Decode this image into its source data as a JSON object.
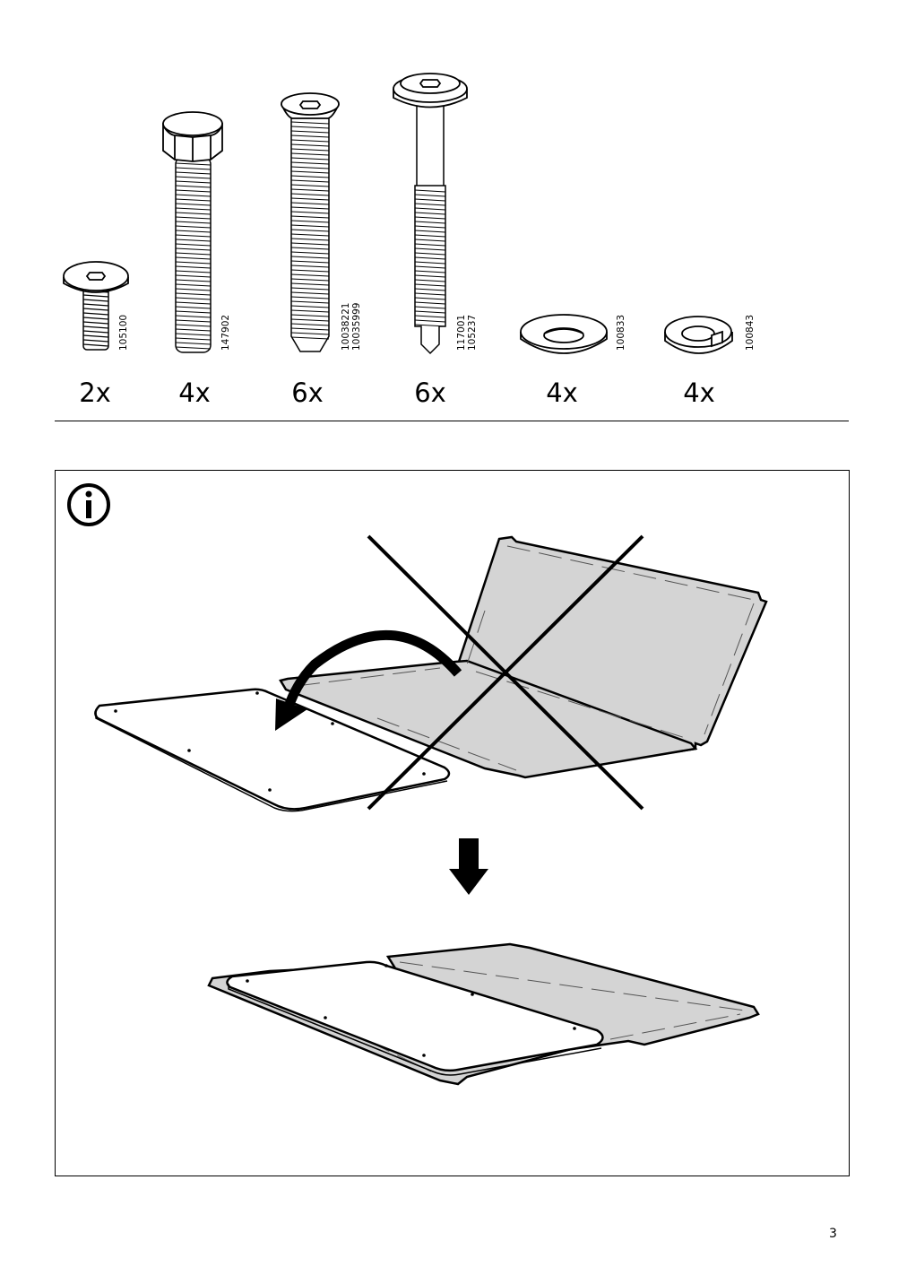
{
  "parts": [
    {
      "name": "flat-head-bolt",
      "codes": [
        "105100"
      ],
      "quantity": "2x"
    },
    {
      "name": "hex-bolt",
      "codes": [
        "147902"
      ],
      "quantity": "4x"
    },
    {
      "name": "countersunk-bolt",
      "codes": [
        "10038221",
        "10035999"
      ],
      "quantity": "6x"
    },
    {
      "name": "long-shank-bolt",
      "codes": [
        "117001",
        "105237"
      ],
      "quantity": "6x"
    },
    {
      "name": "flat-washer",
      "codes": [
        "100833"
      ],
      "quantity": "4x"
    },
    {
      "name": "spring-washer",
      "codes": [
        "100843"
      ],
      "quantity": "4x"
    }
  ],
  "info_panel": {
    "icon": "info-icon"
  },
  "page_number": "3"
}
